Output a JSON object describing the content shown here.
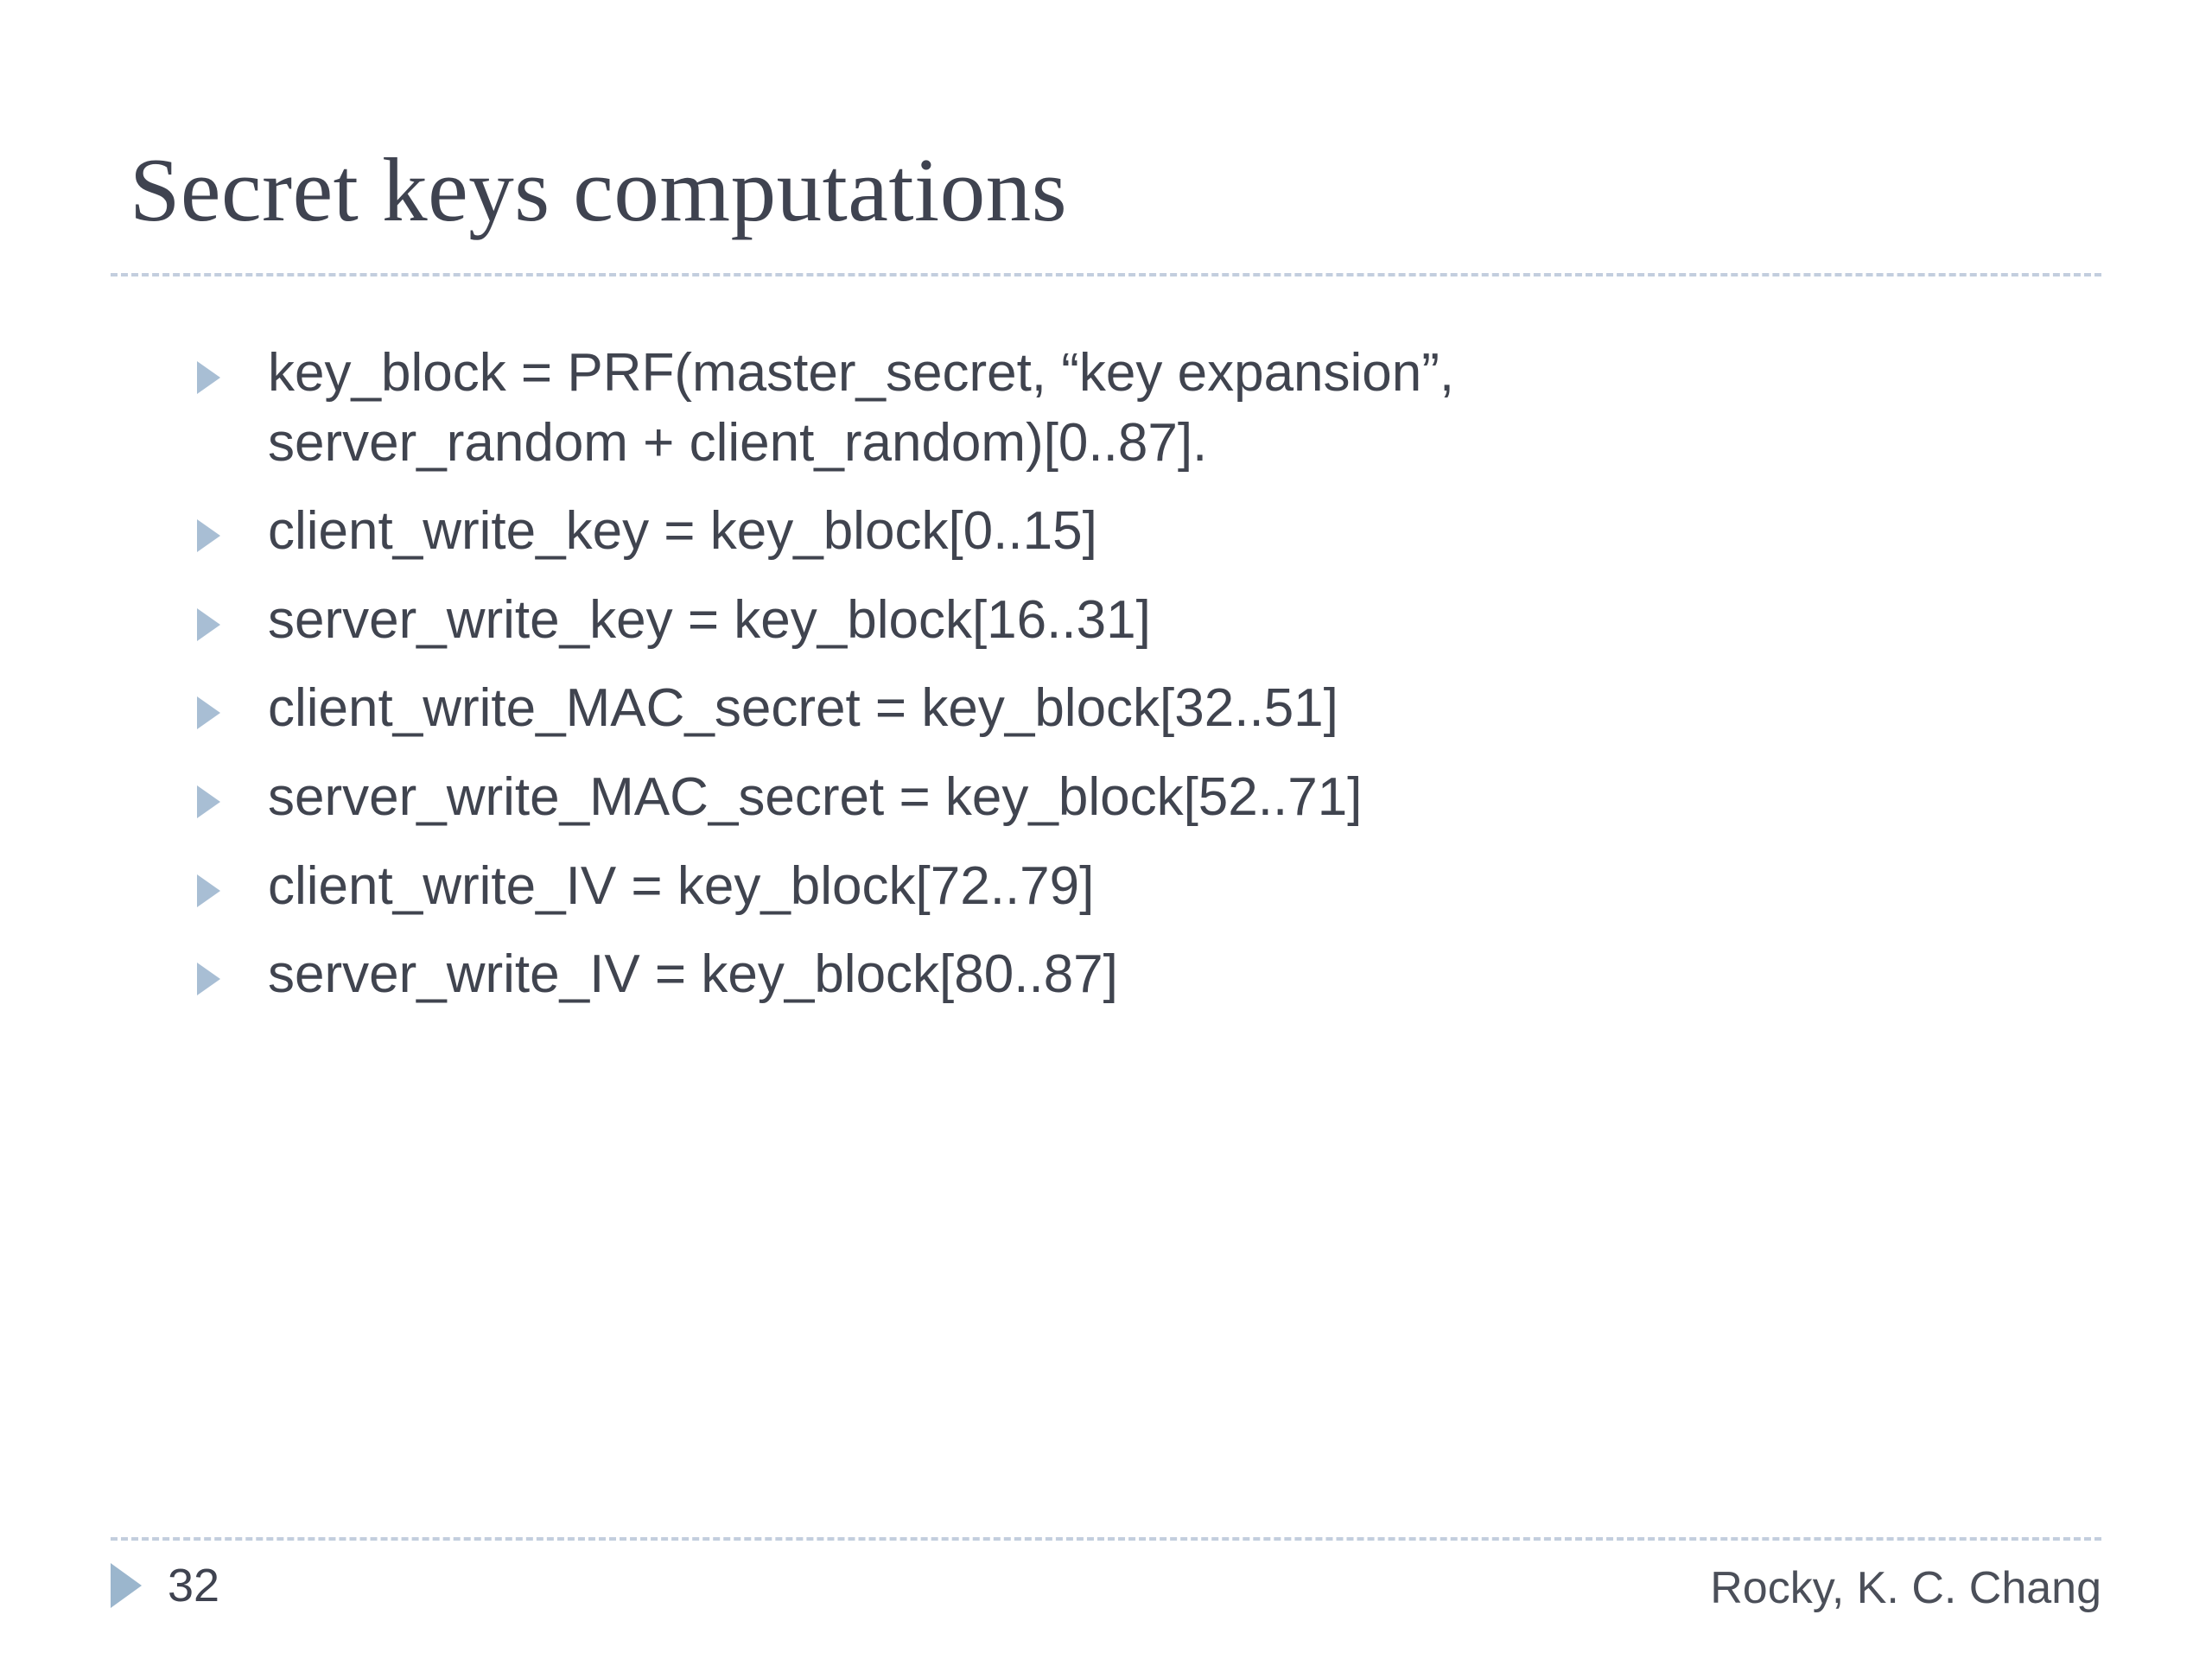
{
  "slide": {
    "title": "Secret keys computations",
    "bullets": [
      {
        "text": "key_block = PRF(master_secret, “key expansion”, server_random + client_random)[0..87]."
      },
      {
        "text": "client_write_key = key_block[0..15]"
      },
      {
        "text": "server_write_key = key_block[16..31]"
      },
      {
        "text": "client_write_MAC_secret = key_block[32..51]"
      },
      {
        "text": "server_write_MAC_secret = key_block[52..71]"
      },
      {
        "text": "client_write_IV = key_block[72..79]"
      },
      {
        "text": "server_write_IV = key_block[80..87]"
      }
    ],
    "footer": {
      "page_number": "32",
      "author": "Rocky, K. C. Chang"
    },
    "colors": {
      "background": "#ffffff",
      "title_text": "#3f4350",
      "body_text": "#40444f",
      "bullet_marker": "#a8bed4",
      "footer_marker": "#9bb6cd",
      "divider": "#c3cede"
    }
  }
}
